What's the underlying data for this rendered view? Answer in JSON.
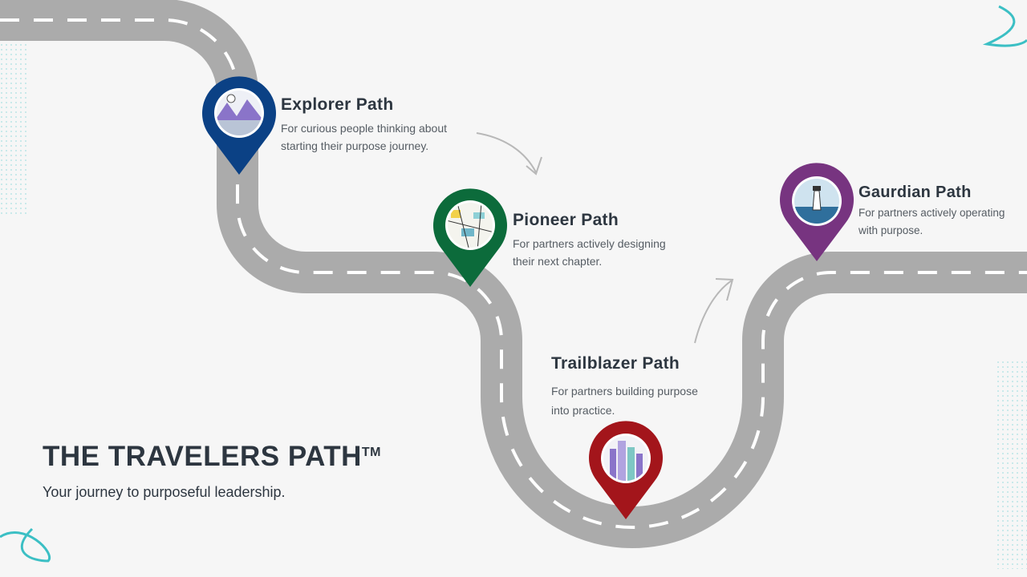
{
  "title": "THE TRAVELERS PATH",
  "trademark": "TM",
  "subtitle": "Your journey to purposeful leadership.",
  "stops": [
    {
      "name": "Explorer Path",
      "description_lines": [
        "For curious people thinking about",
        "starting their purpose journey."
      ],
      "color": "#0b4185",
      "icon": "mountain-landscape-icon"
    },
    {
      "name": "Pioneer Path",
      "description_lines": [
        "For partners actively designing",
        "their next chapter."
      ],
      "color": "#0c6b3b",
      "icon": "abstract-map-icon"
    },
    {
      "name": "Trailblazer Path",
      "description_lines": [
        "For partners building purpose",
        "into practice."
      ],
      "color": "#a3151b",
      "icon": "city-skyline-icon"
    },
    {
      "name": "Gaurdian Path",
      "description_lines": [
        "For partners actively operating",
        "with purpose."
      ],
      "color": "#773480",
      "icon": "lighthouse-icon"
    }
  ],
  "colors": {
    "road": "#ababab",
    "accent": "#3bbfc4",
    "text": "#2d3640"
  }
}
